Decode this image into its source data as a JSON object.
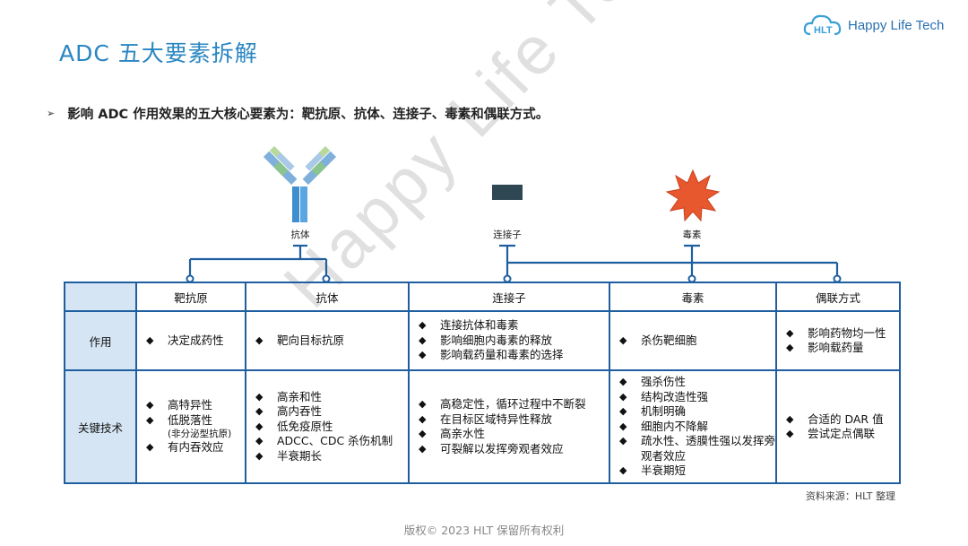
{
  "title": "ADC  五大要素拆解",
  "logo": {
    "text": "Happy Life Tech",
    "mark": "HLT",
    "icon": "cloud-logo-icon"
  },
  "intro": "影响 ADC 作用效果的五大核心要素为：靶抗原、抗体、连接子、毒素和偶联方式。",
  "watermark": "Happy Life Tech",
  "components": [
    {
      "label": "抗体",
      "icon": "antibody-icon"
    },
    {
      "label": "连接子",
      "icon": "linker-icon"
    },
    {
      "label": "毒素",
      "icon": "toxin-icon"
    }
  ],
  "colors": {
    "accent": "#2a86c2",
    "line": "#1f5fa0",
    "header_fill": "#d5e5f3",
    "toxin": "#e8582e",
    "linker": "#2f4753"
  },
  "table": {
    "headers": [
      "靶抗原",
      "抗体",
      "连接子",
      "毒素",
      "偶联方式"
    ],
    "rows": [
      {
        "label": "作用",
        "cells": [
          {
            "items": [
              "决定成药性"
            ]
          },
          {
            "items": [
              "靶向目标抗原"
            ]
          },
          {
            "items": [
              "连接抗体和毒素",
              "影响细胞内毒素的释放",
              "影响载药量和毒素的选择"
            ]
          },
          {
            "items": [
              "杀伤靶细胞"
            ]
          },
          {
            "items": [
              "影响药物均一性",
              "影响载药量"
            ]
          }
        ]
      },
      {
        "label": "关键技术",
        "cells": [
          {
            "items": [
              "高特异性",
              "低脱落性"
            ],
            "note": "(非分泌型抗原)",
            "items_after": [
              "有内吞效应"
            ]
          },
          {
            "items": [
              "高亲和性",
              "高内吞性",
              "低免疫原性",
              "ADCC、CDC 杀伤机制",
              "半衰期长"
            ]
          },
          {
            "items": [
              "高稳定性，循环过程中不断裂",
              "在目标区域特异性释放",
              "高亲水性",
              "可裂解以发挥旁观者效应"
            ]
          },
          {
            "items": [
              "强杀伤性",
              "结构改造性强",
              "机制明确",
              "细胞内不降解",
              "疏水性、透膜性强以发挥旁观者效应",
              "半衰期短"
            ]
          },
          {
            "items": [
              "合适的 DAR 值",
              "尝试定点偶联"
            ]
          }
        ]
      }
    ]
  },
  "source": "资料来源：HLT 整理",
  "copyright": "版权© 2023 HLT 保留所有权利"
}
